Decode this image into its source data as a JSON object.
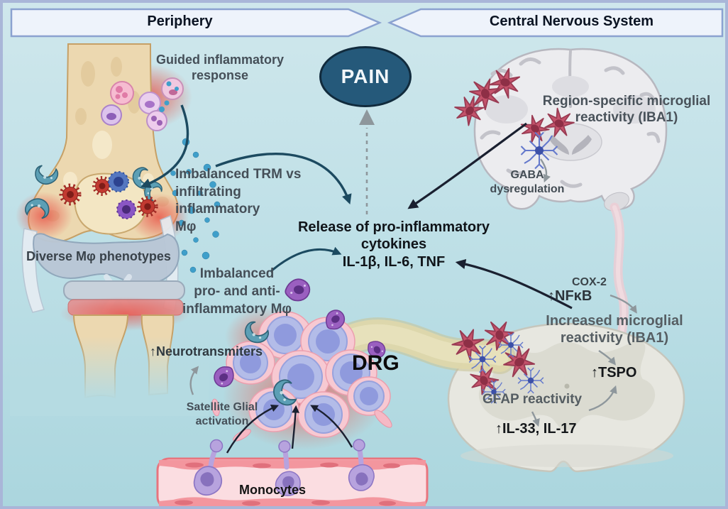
{
  "header": {
    "left": "Periphery",
    "right": "Central Nervous System"
  },
  "pain": "PAIN",
  "center": {
    "release": "Release of pro-inflammatory\ncytokines\nIL-1β, IL-6, TNF"
  },
  "periphery": {
    "guided": "Guided inflammatory\nresponse",
    "imbalanced_trm": "Imbalanced TRM vs\ninfiltrating\ninflammatory\n Mφ",
    "diverse_phenotypes": "Diverse Mφ phenotypes",
    "imbalanced_pro_anti": "Imbalanced\npro- and anti-\ninflammatory Mφ",
    "neurotransmitters": "↑Neurotransmiters",
    "satellite_glial": "Satellite Glial\nactivation",
    "drg": "DRG",
    "monocytes": "Monocytes"
  },
  "cns": {
    "region_specific": "Region-specific microglial\nreactivity (IBA1)",
    "gaba": "GABA\ndysregulation",
    "cox2": "COX-2",
    "nfkb": "↑NFκB",
    "increased_microglial": "Increased microglial\nreactivity (IBA1)",
    "tspo": "↑TSPO",
    "gfap": "GFAP reactivity",
    "il33_il17": "↑IL-33, IL-17"
  },
  "colors": {
    "background_top": "#cfe7ec",
    "background_bottom": "#abd6de",
    "frame": "#a9b6d8",
    "banner_fill": "#eef3fb",
    "banner_border": "#8ba2d0",
    "pain_fill": "#25597a",
    "pain_border": "#112b3d",
    "slate_text": "#454f58",
    "dark_text": "#101419",
    "teal_arrow": "#1c4a60",
    "black_arrow": "#1a2030",
    "gray_arrow": "#8e979c"
  }
}
